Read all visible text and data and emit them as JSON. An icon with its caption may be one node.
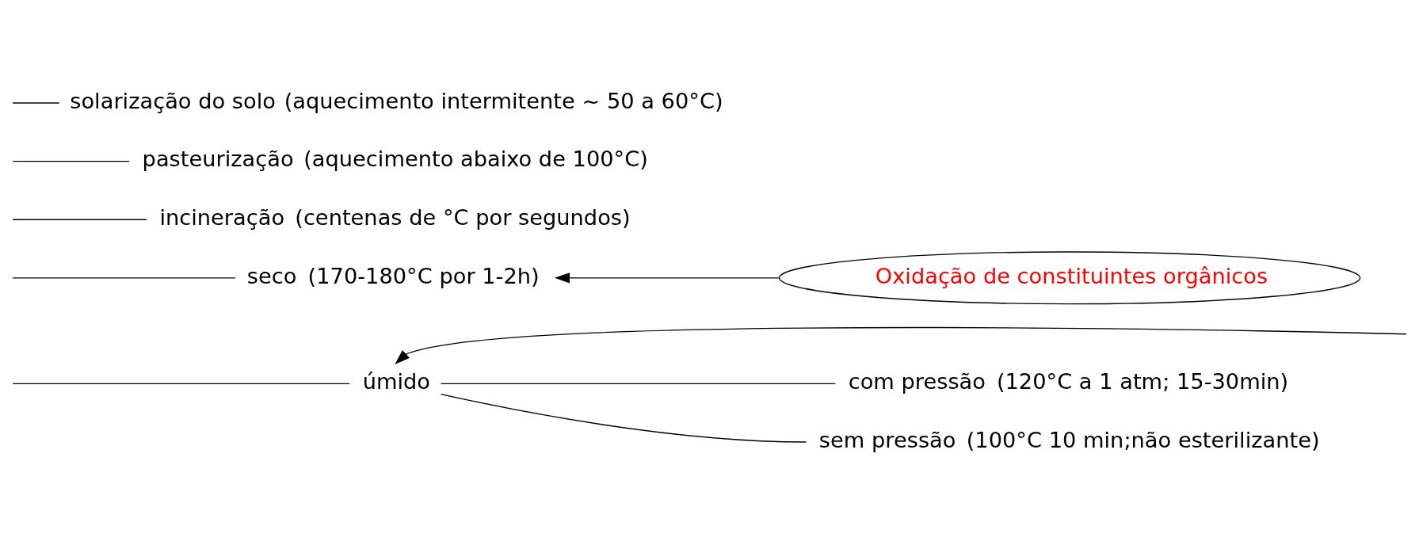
{
  "diagram": {
    "nodes": [
      {
        "text": [
          "úmido"
        ]
      },
      {
        "text": [
          "com pressão"
        ],
        "beside": [
          "(120°C a 1 atm; 15-30min)"
        ]
      },
      {
        "text": [
          "sem pressão"
        ],
        "beside": [
          "(100°C 10 min;não esterilizante)"
        ]
      },
      {
        "text": [
          "seco"
        ],
        "beside": [
          "(170-180°C por 1-2h)"
        ]
      },
      {
        "text": [
          "incineração"
        ],
        "beside": [
          "(centenas de °C por segundos)"
        ]
      },
      {
        "text": [
          "pasteurização"
        ],
        "beside": [
          "(aquecimento abaixo de 100°C)"
        ]
      },
      {
        "text": [
          "solarização do solo"
        ],
        "beside": [
          "(aquecimento intermitente ~ 50 a 60°C)"
        ]
      },
      {
        "text": [
          "Oxidação de constituintes orgânicos"
        ]
      }
    ],
    "edges": [
      {
        "from": null,
        "to": 0,
        "arrow": "to"
      },
      {
        "from": null,
        "to": 0,
        "arrow": "none"
      },
      {
        "from": null,
        "to": 3,
        "arrow": "none"
      },
      {
        "from": null,
        "to": 4,
        "arrow": "none"
      },
      {
        "from": null,
        "to": 5,
        "arrow": "none"
      },
      {
        "from": null,
        "to": 6,
        "arrow": "none"
      },
      {
        "from": 0,
        "to": 1,
        "arrow": "none"
      },
      {
        "from": 0,
        "to": 2,
        "arrow": "none"
      },
      {
        "from": 7,
        "to": 3,
        "arrow": "to"
      }
    ]
  }
}
